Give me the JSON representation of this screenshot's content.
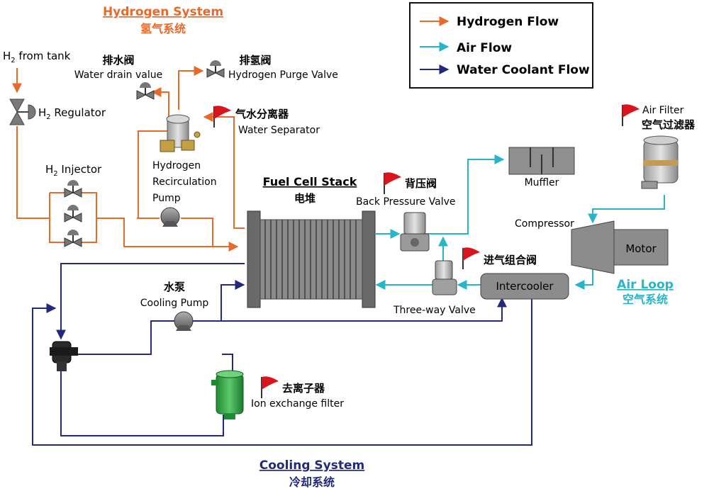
{
  "legend": {
    "hydrogen": "Hydrogen Flow",
    "air": "Air Flow",
    "water": "Water Coolant Flow"
  },
  "colors": {
    "hydrogen": "#e8692a",
    "air": "#29b5c9",
    "water": "#232a7e",
    "flag": "#d8141c",
    "component_gray": "#8c8c8c"
  },
  "sections": {
    "hydrogen_title": "Hydrogen System",
    "hydrogen_title_cn": "氢气系统",
    "air_title": "Air Loop",
    "air_title_cn": "空气系统",
    "cooling_title": "Cooling System",
    "cooling_title_cn": "冷却系统"
  },
  "labels": {
    "h2_tank_pre": "H",
    "h2_tank_sub": "2",
    "h2_tank_post": " from tank",
    "regulator_pre": "H",
    "regulator_sub": "2",
    "regulator_post": " Regulator",
    "injector_pre": "H",
    "injector_sub": "2",
    "injector_post": " Injector",
    "drain_cn": "排水阀",
    "drain_en": "Water drain value",
    "purge_cn": "排氢阀",
    "purge_en": "Hydrogen Purge Valve",
    "separator_cn": "气水分离器",
    "separator_en": "Water Separator",
    "recirc_1": "Hydrogen",
    "recirc_2": "Recirculation",
    "recirc_3": "Pump",
    "stack_en": "Fuel Cell Stack",
    "stack_cn": "电堆",
    "bpv_cn": "背压阀",
    "bpv_en": "Back Pressure Valve",
    "muffler": "Muffler",
    "filter_en": "Air Filter",
    "filter_cn": "空气过滤器",
    "compressor": "Compressor",
    "motor": "Motor",
    "intake_cn": "进气组合阀",
    "intercooler": "Intercooler",
    "threeway": "Three-way Valve",
    "pump_cn": "水泵",
    "pump_en": "Cooling Pump",
    "ion_cn": "去离子器",
    "ion_en": "Ion exchange filter"
  }
}
